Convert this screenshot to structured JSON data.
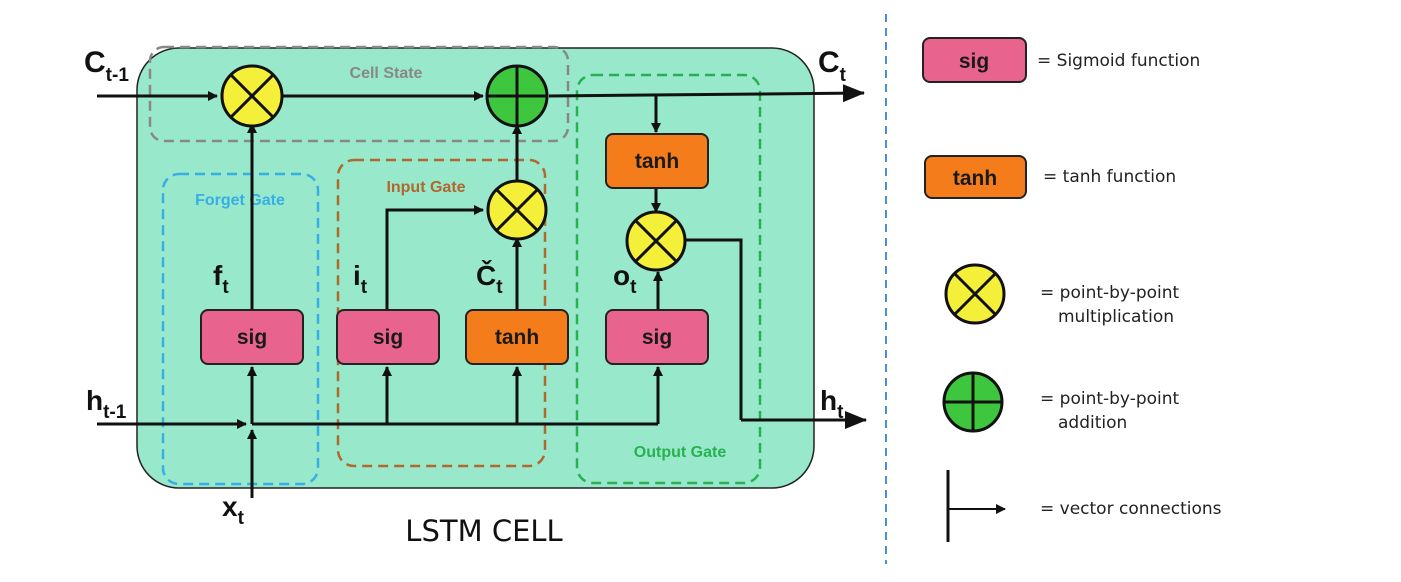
{
  "diagram": {
    "caption": "LSTM CELL",
    "cell_state_label": "Cell State",
    "gates": {
      "forget": "Forget Gate",
      "input": "Input Gate",
      "output": "Output Gate"
    },
    "boxes": {
      "forget_sig": "sig",
      "input_sig": "sig",
      "input_tanh": "tanh",
      "output_sig": "sig",
      "output_tanh": "tanh"
    },
    "variables": {
      "c_prev": {
        "base": "C",
        "sub": "t-1"
      },
      "c_t": {
        "base": "C",
        "sub": "t"
      },
      "h_prev": {
        "base": "h",
        "sub": "t-1"
      },
      "h_t": {
        "base": "h",
        "sub": "t"
      },
      "x_t": {
        "base": "x",
        "sub": "t"
      },
      "f_t": {
        "base": "f",
        "sub": "t"
      },
      "i_t": {
        "base": "i",
        "sub": "t"
      },
      "c_tilde": {
        "base": "Č",
        "sub": "t"
      },
      "o_t": {
        "base": "o",
        "sub": "t"
      }
    }
  },
  "legend": {
    "sig_box": "sig",
    "sig_text": "= Sigmoid function",
    "tanh_box": "tanh",
    "tanh_text": "= tanh function",
    "mult_line1": "= point-by-point",
    "mult_line2": "multiplication",
    "add_line1": "= point-by-point",
    "add_line2": "addition",
    "conn_text": "= vector connections"
  },
  "colors": {
    "cell_bg": "#98e8cc",
    "sig_fill": "#e8648e",
    "tanh_fill": "#f57c1b",
    "mult_fill": "#f4f03a",
    "add_fill": "#3fc63f",
    "forget_gate": "#37aee5",
    "input_gate": "#b2672f",
    "output_gate": "#27b24f",
    "cell_state": "#888888",
    "divider": "#4a90d9"
  }
}
